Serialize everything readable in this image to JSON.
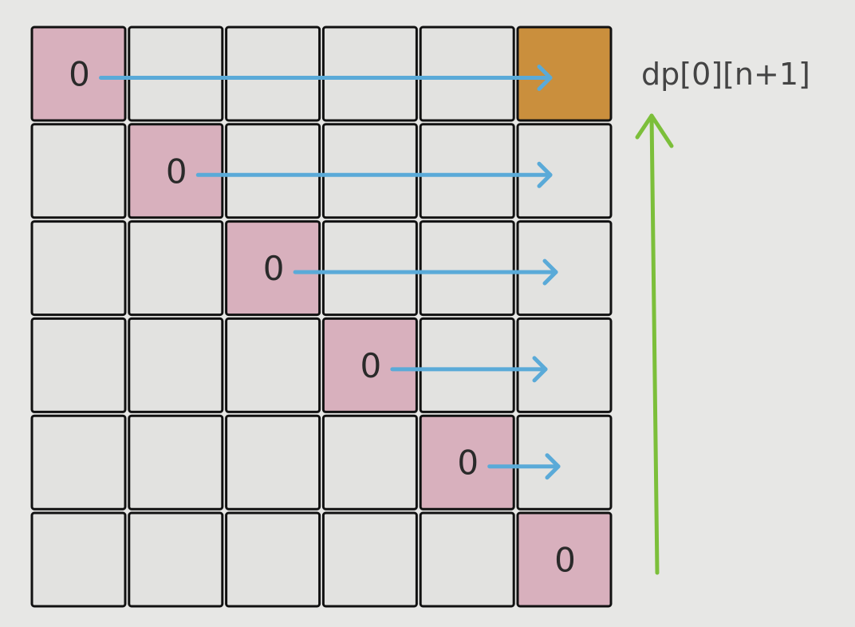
{
  "diagram": {
    "rows": 6,
    "cols": 6,
    "colors": {
      "background": "#e7e7e5",
      "empty_cell": "#e2e2e0",
      "diagonal_cell": "#d8b0bd",
      "target_cell": "#ca8f3d",
      "grid_line": "#111111",
      "row_arrow": "#5aaad8",
      "column_arrow": "#7cbf3a"
    },
    "diagonal_value": "0",
    "target_cell": {
      "row": 0,
      "col": 5
    },
    "target_label": "dp[0][n+1]",
    "row_arrows": [
      {
        "row": 0,
        "from_col": 0,
        "to_col": 5
      },
      {
        "row": 1,
        "from_col": 1,
        "to_col": 5
      },
      {
        "row": 2,
        "from_col": 2,
        "to_col": 5
      },
      {
        "row": 3,
        "from_col": 3,
        "to_col": 5
      },
      {
        "row": 4,
        "from_col": 4,
        "to_col": 5
      }
    ],
    "column_arrow": {
      "direction": "up",
      "from_row": 5,
      "to_row": 0
    }
  }
}
